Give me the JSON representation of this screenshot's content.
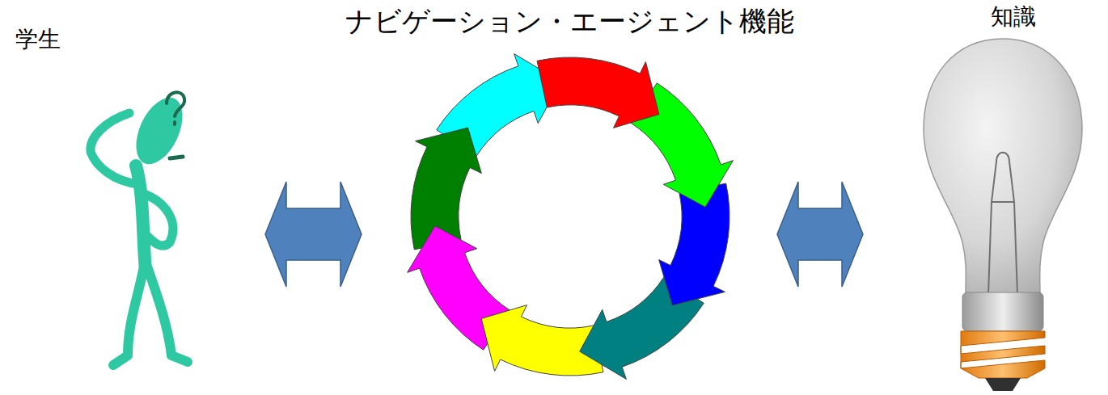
{
  "diagram": {
    "nodes": [
      {
        "text": [
          "学生"
        ]
      },
      {
        "text": [
          "ナビゲーション・エージェント機能"
        ]
      },
      {
        "text": [
          "知識"
        ]
      }
    ],
    "edges": [
      {
        "from": 0,
        "to": 1,
        "arrow": "both"
      },
      {
        "from": 1,
        "to": 2,
        "arrow": "both"
      }
    ]
  }
}
